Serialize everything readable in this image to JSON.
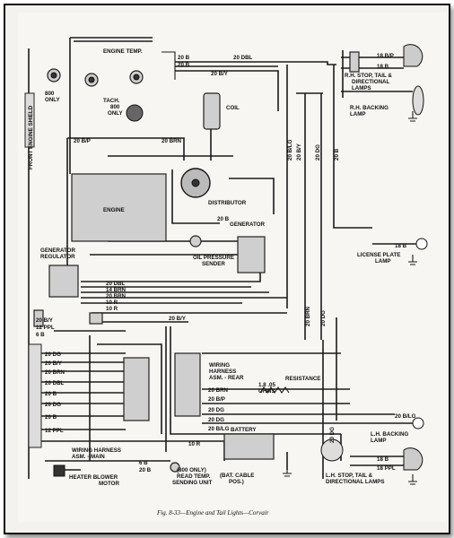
{
  "caption": "Fig. 8-33—Engine and Tail Lights—Corvair",
  "components": {
    "front_engine_shield": "FRONT ENGINE SHIELD",
    "engine_temp": "ENGINE TEMP.",
    "ony_800": "800\nONLY",
    "tach": "TACH.\n800\nONLY",
    "coil": "COIL",
    "engine": "ENGINE",
    "distributor": "DISTRIBUTOR",
    "generator": "GENERATOR",
    "oil_pressure_sender": "OIL PRESSURE\nSENDER",
    "generator_regulator": "GENERATOR\nREGULATOR",
    "rh_stop": "R.H. STOP, TAIL &\nDIRECTIONAL\nLAMPS",
    "rh_backing": "R.H. BACKING\nLAMP",
    "license_plate": "LICENSE PLATE\nLAMP",
    "wiring_harness_rear": "WIRING\nHARNESS\nASM. - REAR",
    "resistance": "RESISTANCE\n1.8   .05\nOHMS",
    "battery": "BATTERY",
    "lh_backing": "L.H. BACKING\nLAMP",
    "lh_stop": "L.H. STOP, TAIL &\nDIRECTIONAL LAMPS",
    "wiring_harness_main": "WIRING HARNESS\nASM. - MAIN",
    "heater_blower": "HEATER BLOWER\nMOTOR",
    "read_temp": "(800 ONLY)\nREAD TEMP.\nSENDING UNIT",
    "bat_cable": "(BAT. CABLE\nPOS.)"
  },
  "wire_labels": {
    "w20b_top": "20 B",
    "w20dbl_top": "20 DBL",
    "w20by_top": "20 B/Y",
    "w18bp_rh": "18 B/P",
    "w18b_rh": "18 B",
    "w20bp_left": "20 B/P",
    "w20brn_left": "20 BRN",
    "w20blg_v": "20 B/LG",
    "w20by_v": "20 B/Y",
    "w20dg_v": "20 DG",
    "w20b_v": "20 B",
    "w20b_dist": "20 B",
    "w18b_lic": "18 B",
    "w20dbl_reg": "20 DBL",
    "w14brn": "14 BRN",
    "w20brn_reg": "20 BRN",
    "w10r_a": "10 R",
    "w10r_b": "10 R",
    "w20brn_v": "20 BRN",
    "w20dg_v2": "20 DG",
    "w20by_left": "20 B/Y",
    "w12ppl_left": "12 PPL",
    "w6b_left": "6 B",
    "w20by_mid": "20 B/Y",
    "w20dg_l": "20 DG",
    "w20by_l": "20 B/Y",
    "w20brn_l": "20 BRN",
    "w20dbl_l": "20 DBL",
    "w20b_l": "20 B",
    "w20dg_l2": "20 DG",
    "w20b_l2": "20 B",
    "w12ppl_l": "12 PPL",
    "w20brn_r": "20 BRN",
    "w20bp_r": "20 B/P",
    "w20dg_r": "20 DG",
    "w20dg_r2": "20 DG",
    "w20blg_r": "20 B/LG",
    "w20blg_lh": "20 B/LG",
    "w18b_lh": "18 B",
    "w18ppl_lh": "18 PPL",
    "w10r_bat": "10 R",
    "w6b_bot": "6 B",
    "w20b_bot": "20 B",
    "w20dg_lh": "20 DG"
  }
}
